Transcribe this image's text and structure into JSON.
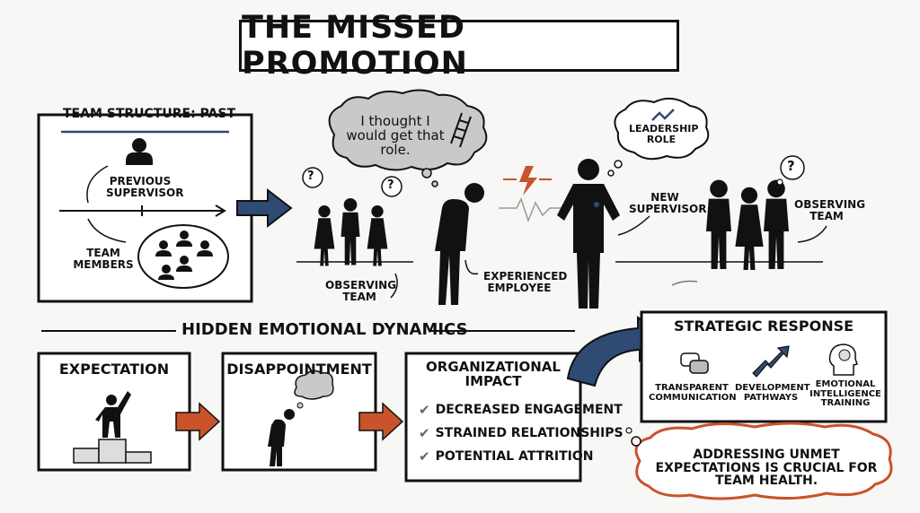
{
  "title": "THE MISSED PROMOTION",
  "team_structure": {
    "heading": "TEAM STRUCTURE: PAST",
    "previous_supervisor": "PREVIOUS SUPERVISOR",
    "team_members": "TEAM MEMBERS"
  },
  "scene": {
    "thought_bubble": "I thought I would get that role.",
    "leadership_role": "LEADERSHIP ROLE",
    "new_supervisor": "NEW SUPERVISOR",
    "observing_team_left": "OBSERVING TEAM",
    "observing_team_right": "OBSERVING TEAM",
    "experienced_employee": "EXPERIENCED EMPLOYEE",
    "question_mark": "?"
  },
  "dynamics": {
    "heading": "HIDDEN EMOTIONAL DYNAMICS",
    "expectation": "EXPECTATION",
    "disappointment": "DISAPPOINTMENT",
    "impact_title": "ORGANIZATIONAL IMPACT",
    "impacts": [
      "DECREASED ENGAGEMENT",
      "STRAINED RELATIONSHIPS",
      "POTENTIAL ATTRITION"
    ]
  },
  "strategy": {
    "heading": "STRATEGIC RESPONSE",
    "items": [
      "TRANSPARENT COMMUNICATION",
      "DEVELOPMENT PATHWAYS",
      "EMOTIONAL INTELLIGENCE TRAINING"
    ],
    "icons": [
      "speech-bubbles-icon",
      "growth-arrow-icon",
      "head-brain-icon"
    ]
  },
  "callout": "ADDRESSING UNMET EXPECTATIONS IS CRUCIAL FOR TEAM HEALTH.",
  "colors": {
    "navy": "#2f4a73",
    "orange": "#c9532a",
    "gray": "#c9c9c9",
    "ink": "#111111"
  }
}
